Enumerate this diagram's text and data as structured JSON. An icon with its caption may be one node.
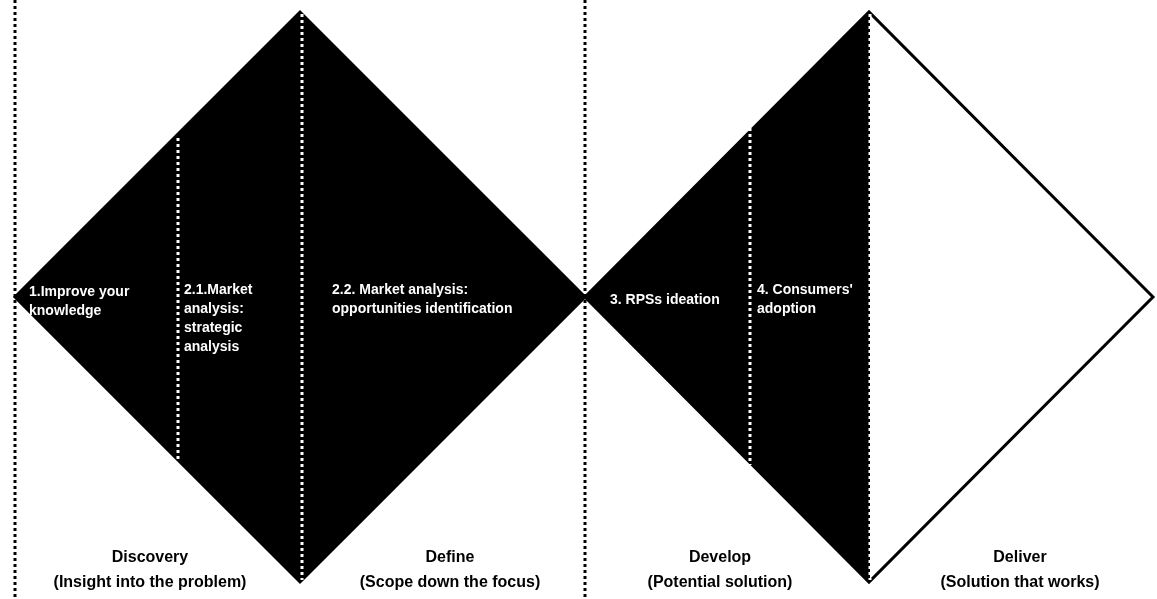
{
  "diagram": {
    "nodes": [
      {
        "text": [],
        "shape": "diamond"
      },
      {
        "text": [
          "1.Improve your knowledge"
        ],
        "in": 0
      },
      {
        "text": [
          "2.1.Market analysis: strategic analysis"
        ],
        "in": 0
      },
      {
        "text": [
          "2.2. Market analysis: opportunities identification"
        ],
        "in": 0
      },
      {
        "text": [],
        "shape": "diamond"
      },
      {
        "text": [
          "3. RPSs ideation"
        ],
        "in": 4
      },
      {
        "text": [
          "4. Consumers' adoption"
        ],
        "in": 4
      }
    ],
    "labels": [
      "Discovery",
      "(Insight into the problem)",
      "Define",
      "(Scope down the focus)",
      "Develop",
      "(Potential solution)",
      "Deliver",
      "(Solution that works)"
    ]
  }
}
